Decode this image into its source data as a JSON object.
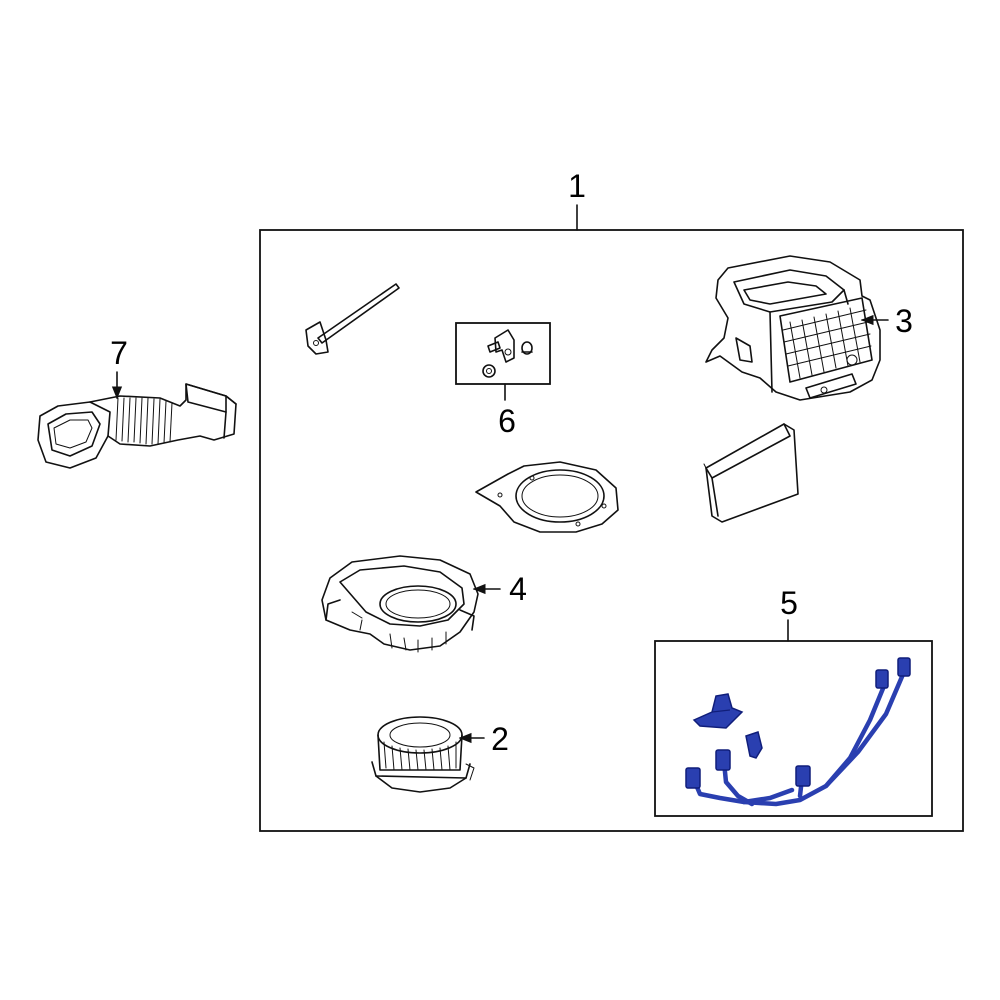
{
  "callouts": {
    "c1": "1",
    "c2": "2",
    "c3": "3",
    "c4": "4",
    "c5": "5",
    "c6": "6",
    "c7": "7"
  },
  "colors": {
    "line": "#111111",
    "highlight": "#2a3fb0",
    "highlight_dark": "#101e7a",
    "background": "#ffffff"
  }
}
